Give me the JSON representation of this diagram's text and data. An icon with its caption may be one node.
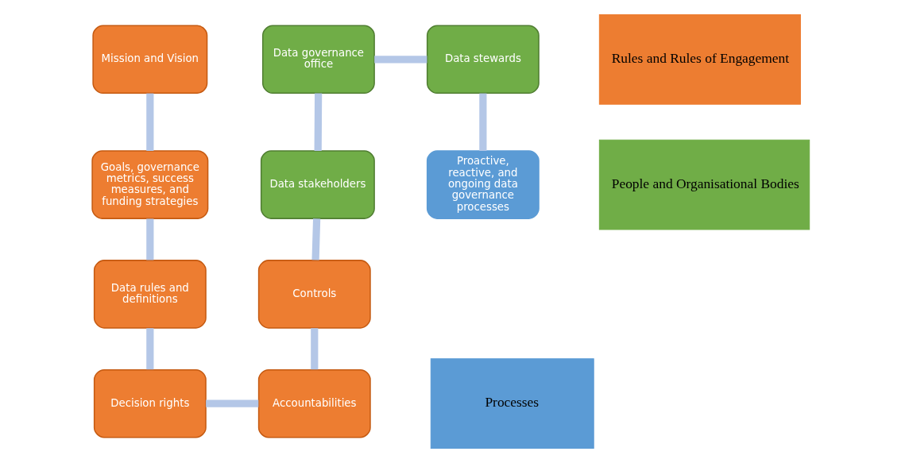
{
  "diagram": {
    "nodes": [
      {
        "text": [
          "Mission and Vision"
        ]
      },
      {
        "text": [
          "Goals, governance metrics, success measures, and funding strategies"
        ]
      },
      {
        "text": [
          "Data rules and definitions"
        ]
      },
      {
        "text": [
          "Decision rights"
        ]
      },
      {
        "text": [
          "Accountabilities"
        ]
      },
      {
        "text": [
          "Controls"
        ]
      },
      {
        "text": [
          "Data stakeholders"
        ]
      },
      {
        "text": [
          "Data governance office"
        ]
      },
      {
        "text": [
          "Data stewards"
        ]
      },
      {
        "text": [
          "Proactive, reactive, and ongoing data governance processes"
        ]
      }
    ],
    "edges": [
      {
        "from": 0,
        "to": 1,
        "arrow": "none"
      },
      {
        "from": 1,
        "to": 2,
        "arrow": "none"
      },
      {
        "from": 2,
        "to": 3,
        "arrow": "none"
      },
      {
        "from": 3,
        "to": 4,
        "arrow": "none"
      },
      {
        "from": 4,
        "to": 5,
        "arrow": "none"
      },
      {
        "from": 5,
        "to": 6,
        "arrow": "none"
      },
      {
        "from": 6,
        "to": 7,
        "arrow": "none"
      },
      {
        "from": 7,
        "to": 8,
        "arrow": "none"
      },
      {
        "from": 8,
        "to": 9,
        "arrow": "none"
      }
    ],
    "legend": [
      {
        "text": "Rules and Rules of Engagement",
        "color": "#ed7d31"
      },
      {
        "text": "People and Organisational Bodies",
        "color": "#70ad47"
      },
      {
        "text": "Processes",
        "color": "#5b9bd5"
      }
    ]
  }
}
